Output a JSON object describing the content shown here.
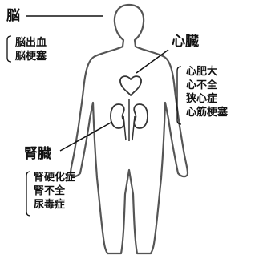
{
  "organs": {
    "brain": {
      "label": "脳",
      "diseases": [
        "脳出血",
        "脳梗塞"
      ]
    },
    "heart": {
      "label": "心臓",
      "diseases": [
        "心肥大",
        "心不全",
        "狭心症",
        "心筋梗塞"
      ]
    },
    "kidney": {
      "label": "腎臓",
      "diseases": [
        "腎硬化症",
        "腎不全",
        "尿毒症"
      ]
    }
  },
  "colors": {
    "text": "#111111",
    "outline": "#555555",
    "organ_line": "#333333",
    "background": "#ffffff"
  }
}
